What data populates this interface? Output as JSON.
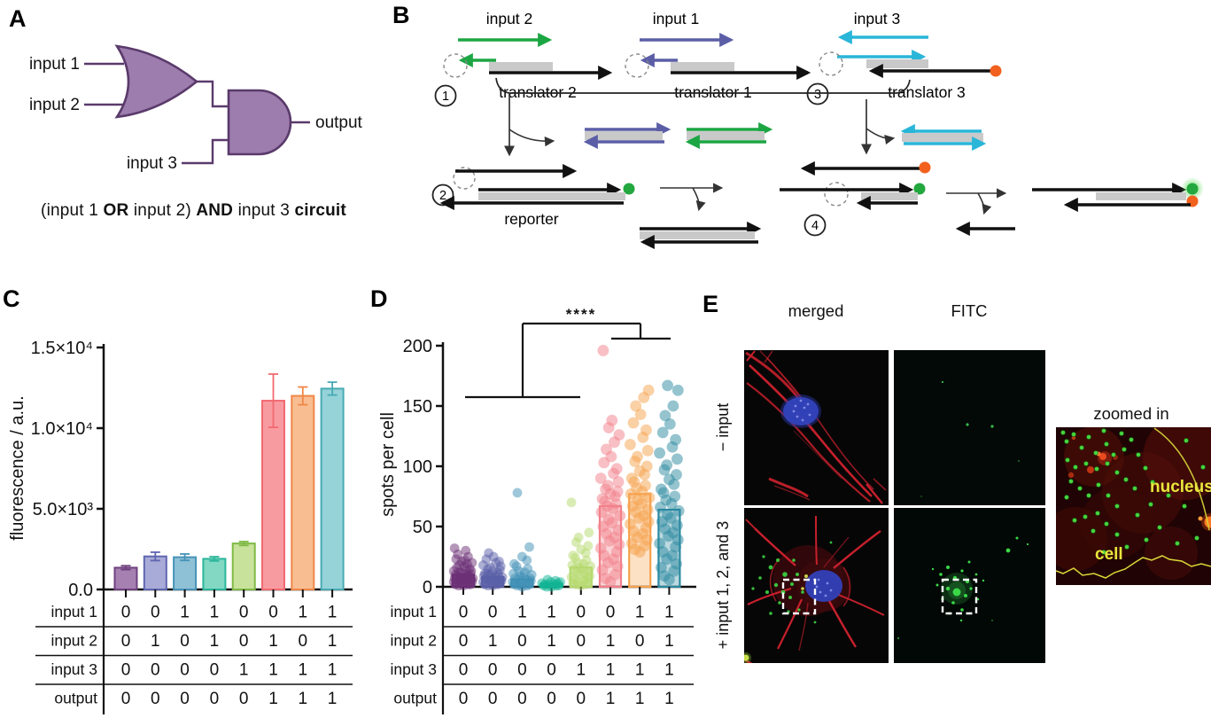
{
  "labels": {
    "a": "A",
    "b": "B",
    "c": "C",
    "d": "D",
    "e": "E"
  },
  "panel_a": {
    "input1": "input 1",
    "input2": "input 2",
    "input3": "input 3",
    "output": "output",
    "caption_segments": [
      {
        "text": "(input 1 ",
        "bold": false
      },
      {
        "text": "OR",
        "bold": true
      },
      {
        "text": " input 2) ",
        "bold": false
      },
      {
        "text": "AND",
        "bold": true
      },
      {
        "text": " input 3 ",
        "bold": false
      },
      {
        "text": "circuit",
        "bold": true
      }
    ],
    "gate_fill": "#9d7cae",
    "gate_stroke": "#5a3a6b"
  },
  "panel_b": {
    "labels": {
      "input1": "input 1",
      "input2": "input 2",
      "input3": "input 3",
      "translator1": "translator 1",
      "translator2": "translator 2",
      "translator3": "translator 3",
      "reporter": "reporter"
    },
    "steps": [
      "1",
      "2",
      "3",
      "4"
    ],
    "colors": {
      "input1": "#5b5ea6",
      "input2": "#1ca643",
      "input3": "#29b6d8",
      "backbone": "#111111",
      "domain": "#c9c9c9",
      "fluorophore": "#22a83e",
      "quencher": "#f2611d"
    }
  },
  "chart_data": [
    {
      "type": "bar",
      "panel": "C",
      "title": "",
      "xlabel": "",
      "ylabel": "fluorescence / a.u.",
      "ylim": [
        0,
        15000
      ],
      "ytick_values": [
        0,
        5000,
        10000,
        15000
      ],
      "ytick_labels": [
        "0.0",
        "5.0×10³",
        "1.0×10⁴",
        "1.5×10⁴"
      ],
      "categories": [
        "0 0 0",
        "0 1 0",
        "1 0 0",
        "1 1 0",
        "0 0 1",
        "0 1 1",
        "1 0 1",
        "1 1 1"
      ],
      "values": [
        1350,
        2050,
        2000,
        1900,
        2850,
        11700,
        12000,
        12450
      ],
      "errors": [
        120,
        260,
        200,
        130,
        120,
        1650,
        550,
        400
      ],
      "bar_fill": [
        "#a580b1",
        "#a8abd8",
        "#8fc1d6",
        "#82d8c3",
        "#c9e29b",
        "#f89ba1",
        "#f9bd92",
        "#95d3d8"
      ],
      "bar_stroke": [
        "#70417f",
        "#5f66b0",
        "#4693b8",
        "#2bb69a",
        "#7fba45",
        "#f16a70",
        "#f08747",
        "#48abb4"
      ],
      "grid": false,
      "legend": false
    },
    {
      "type": "scatter",
      "panel": "D",
      "title": "",
      "xlabel": "",
      "ylabel": "spots per cell",
      "ylim": [
        0,
        200
      ],
      "ytick_values": [
        0,
        50,
        100,
        150,
        200
      ],
      "ytick_labels": [
        "0",
        "50",
        "100",
        "150",
        "200"
      ],
      "bar_means": [
        10,
        8,
        6,
        2.5,
        16,
        67,
        77,
        64
      ],
      "dot_colors": [
        "#6b3076",
        "#5a5fa8",
        "#3f8fb5",
        "#10b393",
        "#b5d96e",
        "#f2808a",
        "#f6a14c",
        "#2b89a0"
      ],
      "significance_label": "****",
      "points": [
        [
          1,
          1,
          2,
          2,
          2,
          3,
          3,
          3,
          4,
          4,
          4,
          5,
          5,
          5,
          6,
          6,
          6,
          7,
          7,
          7,
          8,
          8,
          9,
          9,
          10,
          10,
          11,
          11,
          12,
          12,
          13,
          13,
          14,
          15,
          16,
          17,
          18,
          19,
          20,
          21,
          22,
          23,
          25,
          27,
          30,
          32
        ],
        [
          1,
          1,
          2,
          2,
          3,
          3,
          3,
          4,
          4,
          4,
          5,
          5,
          5,
          6,
          6,
          7,
          7,
          8,
          8,
          9,
          9,
          10,
          10,
          11,
          11,
          12,
          13,
          14,
          15,
          16,
          17,
          18,
          20,
          21,
          23,
          25,
          28
        ],
        [
          0,
          1,
          1,
          2,
          2,
          2,
          3,
          3,
          4,
          4,
          5,
          5,
          6,
          6,
          7,
          7,
          8,
          9,
          10,
          11,
          12,
          13,
          15,
          17,
          19,
          22,
          25,
          33,
          78
        ],
        [
          0,
          0,
          1,
          1,
          1,
          2,
          2,
          2,
          3,
          3,
          4,
          4,
          5,
          6
        ],
        [
          1,
          2,
          2,
          3,
          4,
          4,
          5,
          6,
          7,
          8,
          9,
          10,
          11,
          12,
          13,
          14,
          15,
          16,
          17,
          18,
          19,
          20,
          22,
          24,
          26,
          28,
          31,
          34,
          37,
          41,
          45,
          70
        ],
        [
          4,
          7,
          10,
          14,
          17,
          20,
          23,
          26,
          29,
          32,
          35,
          38,
          41,
          44,
          47,
          50,
          53,
          56,
          59,
          62,
          65,
          67,
          69,
          71,
          73,
          75,
          77,
          79,
          81,
          84,
          87,
          90,
          94,
          98,
          103,
          108,
          114,
          120,
          126,
          132,
          138,
          196
        ],
        [
          29,
          31,
          34,
          36,
          39,
          41,
          44,
          46,
          49,
          52,
          54,
          57,
          59,
          62,
          64,
          67,
          69,
          72,
          74,
          77,
          79,
          82,
          84,
          87,
          90,
          93,
          96,
          100,
          104,
          108,
          113,
          118,
          124,
          130,
          136,
          143,
          150,
          157,
          163
        ],
        [
          6,
          9,
          13,
          16,
          19,
          23,
          26,
          29,
          33,
          36,
          39,
          42,
          45,
          48,
          51,
          54,
          57,
          60,
          63,
          66,
          69,
          72,
          75,
          78,
          81,
          85,
          89,
          93,
          97,
          101,
          106,
          111,
          116,
          122,
          128,
          135,
          142,
          150,
          163,
          167
        ]
      ],
      "grid": false,
      "legend": false
    }
  ],
  "truth_table": {
    "rows": [
      {
        "label": "input 1",
        "values": [
          "0",
          "0",
          "1",
          "1",
          "0",
          "0",
          "1",
          "1"
        ]
      },
      {
        "label": "input 2",
        "values": [
          "0",
          "1",
          "0",
          "1",
          "0",
          "1",
          "0",
          "1"
        ]
      },
      {
        "label": "input 3",
        "values": [
          "0",
          "0",
          "0",
          "0",
          "1",
          "1",
          "1",
          "1"
        ]
      },
      {
        "label": "output",
        "values": [
          "0",
          "0",
          "0",
          "0",
          "0",
          "1",
          "1",
          "1"
        ]
      }
    ]
  },
  "panel_e": {
    "column_headers": [
      "merged",
      "FITC"
    ],
    "row_labels": [
      "− input",
      "+ input 1, 2, and 3"
    ],
    "zoom_title": "zoomed in",
    "zoom_labels": {
      "nucleus": "nucleus",
      "cell": "cell"
    }
  }
}
